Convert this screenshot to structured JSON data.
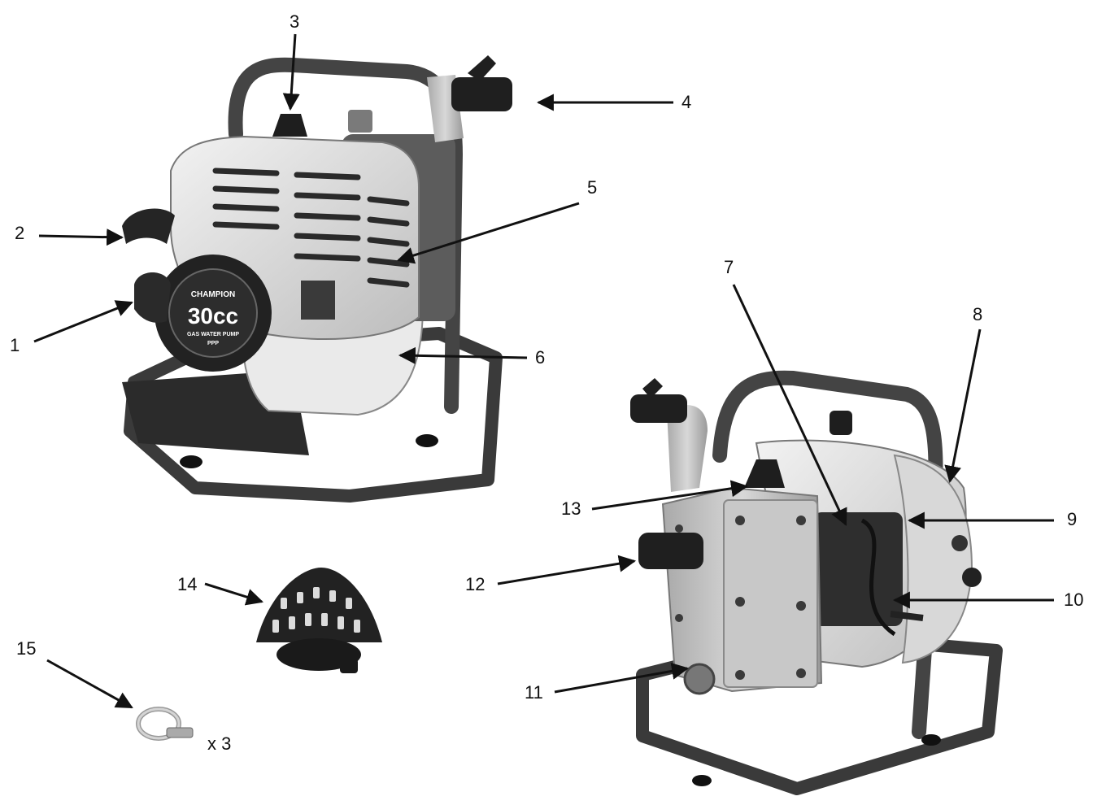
{
  "callouts": {
    "c1": "1",
    "c2": "2",
    "c3": "3",
    "c4": "4",
    "c5": "5",
    "c6": "6",
    "c7": "7",
    "c8": "8",
    "c9": "9",
    "c10": "10",
    "c11": "11",
    "c12": "12",
    "c13": "13",
    "c14": "14",
    "c15": "15"
  },
  "quantity_note": "x 3",
  "logo": {
    "brand": "CHAMPION",
    "displacement": "30cc",
    "line1": "GAS WATER PUMP",
    "model": "PPP",
    "model_suffix": ""
  },
  "colors": {
    "frame": "#4a4a4a",
    "cover": "#e2e2e2",
    "dark": "#1e1e1e",
    "metal": "#b9b9b9",
    "arrow": "#111111"
  }
}
